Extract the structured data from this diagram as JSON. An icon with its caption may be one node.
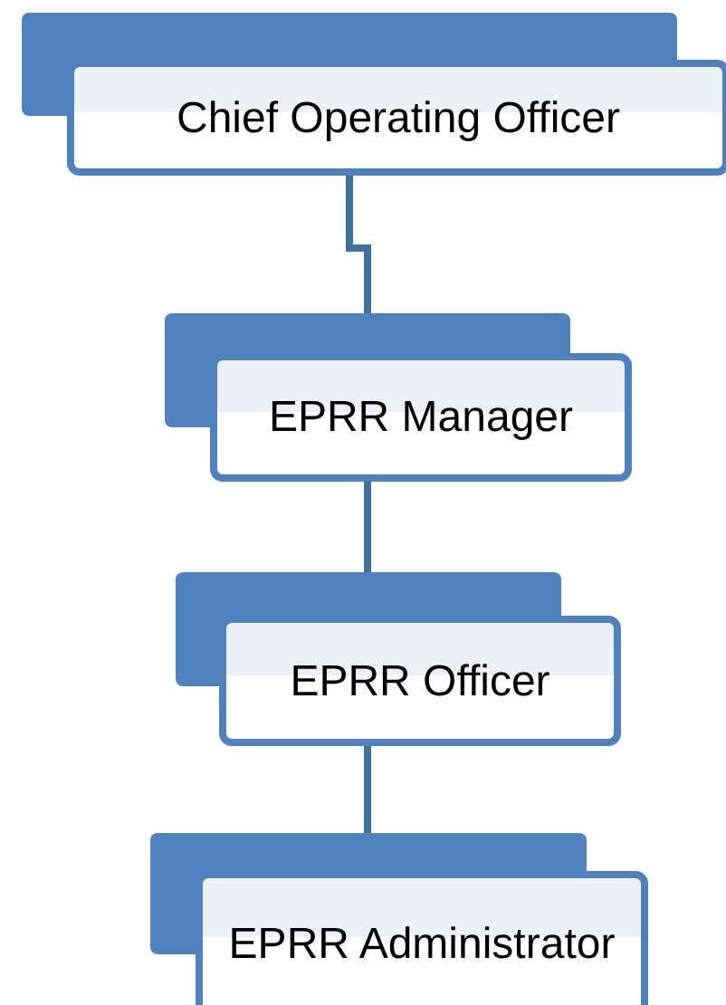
{
  "diagram": {
    "nodes": [
      {
        "text": [
          "Chief Operating Officer"
        ]
      },
      {
        "text": [
          "EPRR Manager"
        ]
      },
      {
        "text": [
          "EPRR Officer"
        ]
      },
      {
        "text": [
          "EPRR Administrator"
        ]
      }
    ],
    "edges": [
      {
        "from": 0,
        "to": 1,
        "arrow": "none"
      },
      {
        "from": 1,
        "to": 2,
        "arrow": "none"
      },
      {
        "from": 2,
        "to": 3,
        "arrow": "none"
      }
    ]
  }
}
